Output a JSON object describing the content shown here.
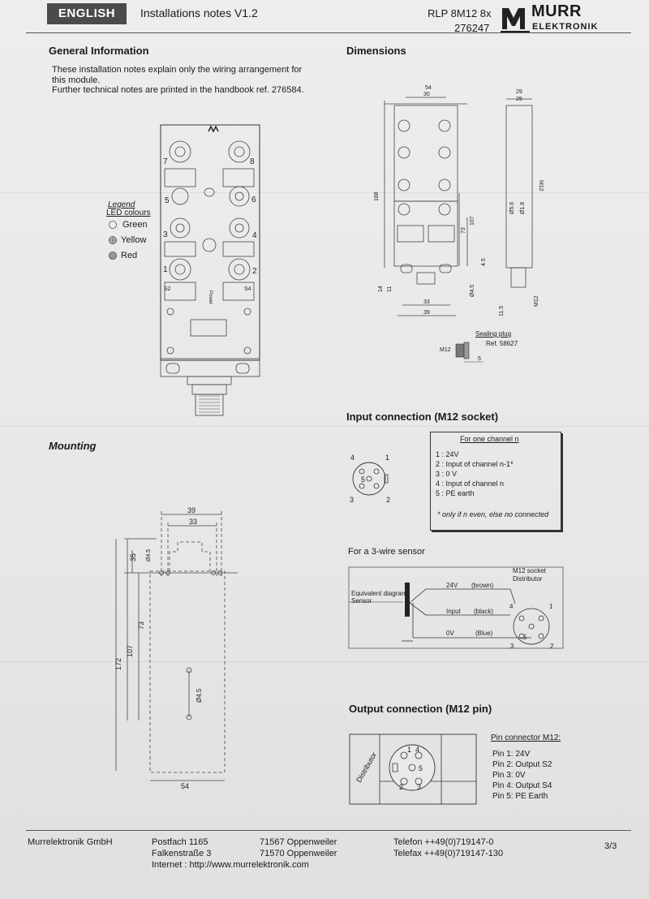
{
  "header": {
    "language": "ENGLISH",
    "title": "Installations notes V1.2",
    "product": "RLP 8M12 8x",
    "part_number": "276247",
    "brand_top": "MURR",
    "brand_bottom": "ELEKTRONIK"
  },
  "general": {
    "title": "General Information",
    "line1": "These installation notes explain only the wiring arrangement for",
    "line2": "this module.",
    "line3": "Further technical notes are printed in the handbook ref. 276584."
  },
  "legend": {
    "title": "Legend",
    "subtitle": "LED colours",
    "items": [
      "Green",
      "Yellow",
      "Red"
    ]
  },
  "module": {
    "ports_left": [
      "7",
      "5",
      "3",
      "1"
    ],
    "ports_right": [
      "8",
      "6",
      "4",
      "2"
    ],
    "s2": "S2",
    "s4": "S4",
    "power": "Power"
  },
  "dimensions": {
    "title": "Dimensions",
    "top_widths": [
      "54",
      "30"
    ],
    "side_widths": [
      "29",
      "25"
    ],
    "heights": [
      "188",
      "107",
      "73",
      "4.5",
      "14",
      "11"
    ],
    "bottom_widths": [
      "33",
      "39"
    ],
    "hole": "Ø4.5",
    "side_labels": [
      "M12",
      "11.5",
      "M12",
      "Ø5.6",
      "Ø1.8"
    ],
    "sealing_plug": "Sealing plug",
    "sealing_ref": "Ref. 58627",
    "sealing_m12": "M12",
    "sealing_5": "5"
  },
  "input": {
    "title": "Input connection (M12 socket)",
    "pins": [
      "4",
      "1",
      "5",
      "3",
      "2"
    ],
    "box_title": "For one channel n",
    "box_lines": [
      "1 : 24V",
      "2 : Input of channel  n-1*",
      "3 : 0 V",
      "4 : Input of channel n",
      "5 : PE earth"
    ],
    "box_note": "* only if n even, else no connected"
  },
  "sensor": {
    "title": "For a 3-wire sensor",
    "equiv": "Equivalent diagram",
    "sensor_label": "Sensor",
    "socket1": "M12 socket",
    "socket2": "Distributor",
    "w24v": "24V",
    "w24v_col": "(brown)",
    "winput": "Input",
    "winput_col": "(black)",
    "w0v": "0V",
    "w0v_col": "(Blue)",
    "pins": [
      "4",
      "1",
      "5",
      "3",
      "2"
    ]
  },
  "mounting": {
    "title": "Mounting",
    "dims": [
      "39",
      "33",
      "35",
      "Ø4.5",
      "73",
      "107",
      "172",
      "Ø4.5",
      "54"
    ]
  },
  "output": {
    "title": "Output connection (M12 pin)",
    "distributor": "Distributor",
    "pins": [
      "1",
      "4",
      "5",
      "2",
      "3"
    ],
    "list_title": "Pin connector M12:",
    "list": [
      "Pin 1: 24V",
      "Pin 2: Output S2",
      "Pin 3: 0V",
      "Pin 4: Output S4",
      "Pin 5: PE Earth"
    ]
  },
  "footer": {
    "company": "Murrelektronik GmbH",
    "postfach": "Postfach 1165",
    "city1": "71567 Oppenweiler",
    "street": "Falkenstraße 3",
    "city2": "71570 Oppenweiler",
    "internet": "Internet : http://www.murrelektronik.com",
    "phone": "Telefon ++49(0)719147-0",
    "fax": "Telefax ++49(0)719147-130",
    "page": "3/3"
  }
}
